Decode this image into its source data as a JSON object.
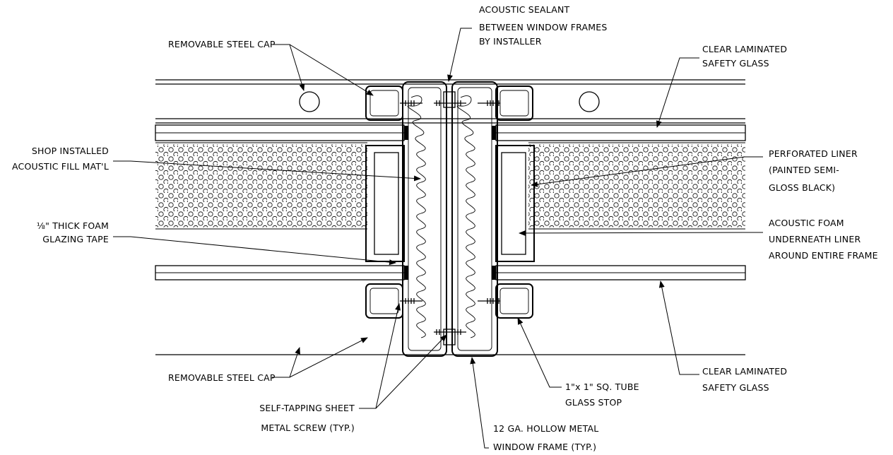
{
  "labels": {
    "acoustic_sealant": [
      "ACOUSTIC SEALANT",
      "BETWEEN WINDOW FRAMES",
      "BY INSTALLER"
    ],
    "removable_steel_cap_top": [
      "REMOVABLE STEEL CAP"
    ],
    "clear_laminated_top": [
      "CLEAR LAMINATED",
      "SAFETY GLASS"
    ],
    "shop_installed": [
      "SHOP INSTALLED",
      "ACOUSTIC FILL MAT'L"
    ],
    "perforated_liner": [
      "PERFORATED LINER",
      "(PAINTED SEMI-",
      "GLOSS BLACK)"
    ],
    "foam_tape": [
      "⅛\" THICK FOAM",
      "GLAZING TAPE"
    ],
    "acoustic_foam": [
      "ACOUSTIC FOAM",
      "UNDERNEATH LINER",
      "AROUND ENTIRE FRAME"
    ],
    "removable_steel_cap_bottom": [
      "REMOVABLE STEEL CAP"
    ],
    "clear_laminated_bottom": [
      "CLEAR LAMINATED",
      "SAFETY GLASS"
    ],
    "self_tapping": [
      "SELF-TAPPING SHEET",
      "METAL SCREW (TYP.)"
    ],
    "tube_glass_stop": [
      "1\"x 1\" SQ. TUBE",
      "GLASS STOP"
    ],
    "hollow_frame": [
      "12 GA. HOLLOW METAL",
      "WINDOW FRAME (TYP.)"
    ]
  },
  "colors": {
    "line": "#000000",
    "background": "#ffffff"
  }
}
